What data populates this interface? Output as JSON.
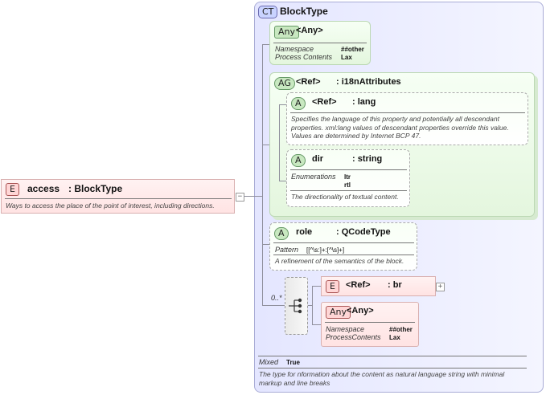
{
  "root_element": {
    "badge": "E",
    "name": "access",
    "type": ": BlockType",
    "description": "Ways to access the place of the point of  interest, including directions."
  },
  "complex_type": {
    "badge": "CT",
    "name": "BlockType",
    "mixed_label": "Mixed",
    "mixed_value": "True",
    "description": "The type for nformation about the content as natural language string with minimal markup and line breaks"
  },
  "any_top": {
    "badge": "Any",
    "name": "<Any>",
    "namespace_label": "Namespace",
    "namespace_value": "##other",
    "process_label": "Process Contents",
    "process_value": "Lax"
  },
  "attr_group": {
    "badge": "AG",
    "ref": "<Ref>",
    "name": ": i18nAttributes"
  },
  "attr_lang": {
    "badge": "A",
    "ref": "<Ref>",
    "name": ": lang",
    "description": "Specifies the language of this property and potentially all descendant properties. xml:lang values of descendant properties override this value. Values are determined by Internet BCP 47."
  },
  "attr_dir": {
    "badge": "A",
    "name": "dir",
    "type": ": string",
    "enum_label": "Enumerations",
    "enum_values": [
      "ltr",
      "rtl"
    ],
    "description": "The directionality of textual content."
  },
  "attr_role": {
    "badge": "A",
    "name": "role",
    "type": ": QCodeType",
    "pattern_label": "Pattern",
    "pattern_value": "[[^\\s:]+:[^\\s]+]",
    "description": "A refinement of the semantics of the block."
  },
  "choice": {
    "cardinality": "0..*"
  },
  "elem_br": {
    "badge": "E",
    "ref": "<Ref>",
    "name": ": br"
  },
  "any_bottom": {
    "badge": "Any",
    "name": "<Any>",
    "namespace_label": "Namespace",
    "namespace_value": "##other",
    "process_label": "ProcessContents",
    "process_value": "Lax"
  },
  "colors": {
    "ct_background": "#e8eaff",
    "green_box": "#e4f6de",
    "pink_box": "#ffe3e3"
  }
}
